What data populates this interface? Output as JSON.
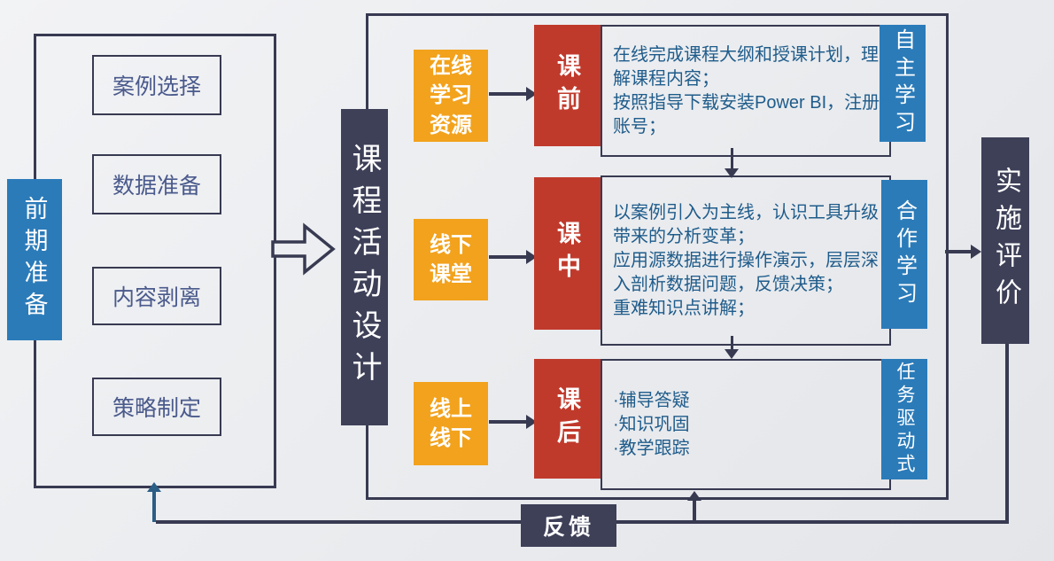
{
  "left_panel": {
    "label": "前期准备",
    "items": [
      "案例选择",
      "数据准备",
      "内容剥离",
      "策略制定"
    ]
  },
  "center_label": "课程活动设计",
  "rows": [
    {
      "source": "在线\n学习\n资源",
      "stage": "课前",
      "description": "在线完成课程大纲和授课计划，理解课程内容；\n按照指导下载安装Power BI，注册账号；",
      "mode": "自主学习"
    },
    {
      "source": "线下\n课堂",
      "stage": "课中",
      "description": "以案例引入为主线，认识工具升级带来的分析变革；\n应用源数据进行操作演示，层层深入剖析数据问题，反馈决策；\n重难知识点讲解；",
      "mode": "合作学习"
    },
    {
      "source": "线上\n线下",
      "stage": "课后",
      "description": "·辅导答疑\n·知识巩固\n·教学跟踪",
      "mode": "任务驱动式"
    }
  ],
  "right_label": "实施评价",
  "feedback_label": "反馈",
  "colors": {
    "navy": "#3E4058",
    "line": "#383A52",
    "blue": "#2B7BB9",
    "orange": "#F2A21C",
    "red": "#C03A2C",
    "desc_text": "#1F5C8B",
    "item_text": "#4A5A8C",
    "steel": "#2A5E85",
    "bg1": "#F2F3F5",
    "bg2": "#E3E5E9",
    "box_bg": "#EDEEF1"
  }
}
